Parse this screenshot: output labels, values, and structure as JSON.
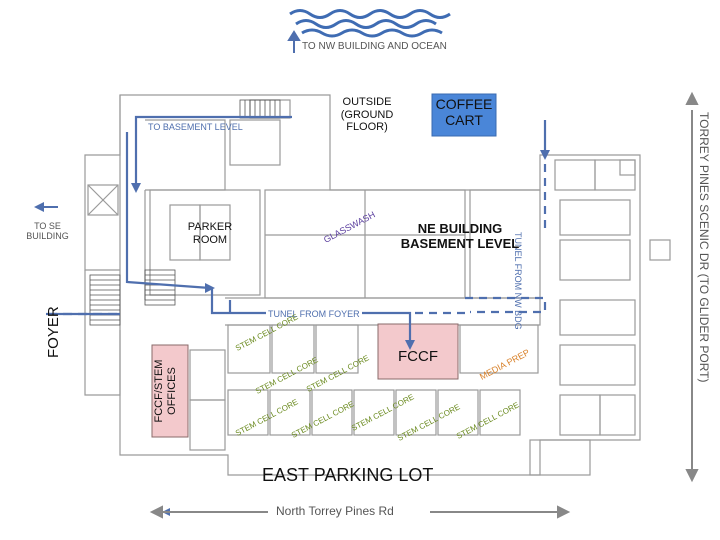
{
  "labels": {
    "nw_building": "TO NW BUILDING AND OCEAN",
    "outside": "OUTSIDE\n(GROUND\nFLOOR)",
    "coffee_cart": "COFFEE\nCART",
    "to_basement": "TO BASEMENT LEVEL",
    "tunnel_nw": "TUNEL FROM NW BDG",
    "torrey_pines": "TORREY PINES SCENIC DR (TO GLIDER PORT)",
    "to_se": "TO SE\nBUILDING",
    "parker_room": "PARKER\nROOM",
    "glasswash": "GLASSWASH",
    "ne_building": "NE BUILDING\nBASEMENT LEVEL",
    "foyer": "FOYER",
    "tunnel_foyer": "TUNEL FROM FOYER",
    "fccf": "FCCF",
    "fccf_offices": "FCCF/STEM\nOFFICES",
    "media_prep": "MEDIA PREP",
    "stem_cell_core": "STEM CELL CORE",
    "east_parking": "EAST PARKING LOT",
    "north_torrey": "North Torrey Pines Rd"
  },
  "colors": {
    "arrow": "#4f6fae",
    "coffee_fill": "#4a86d8",
    "fccf_fill": "#f3c9cc",
    "stem_text": "#6a8a1e",
    "media_text": "#d9822b",
    "glasswash_text": "#5b3f9e",
    "wall": "#9a9a9a"
  }
}
